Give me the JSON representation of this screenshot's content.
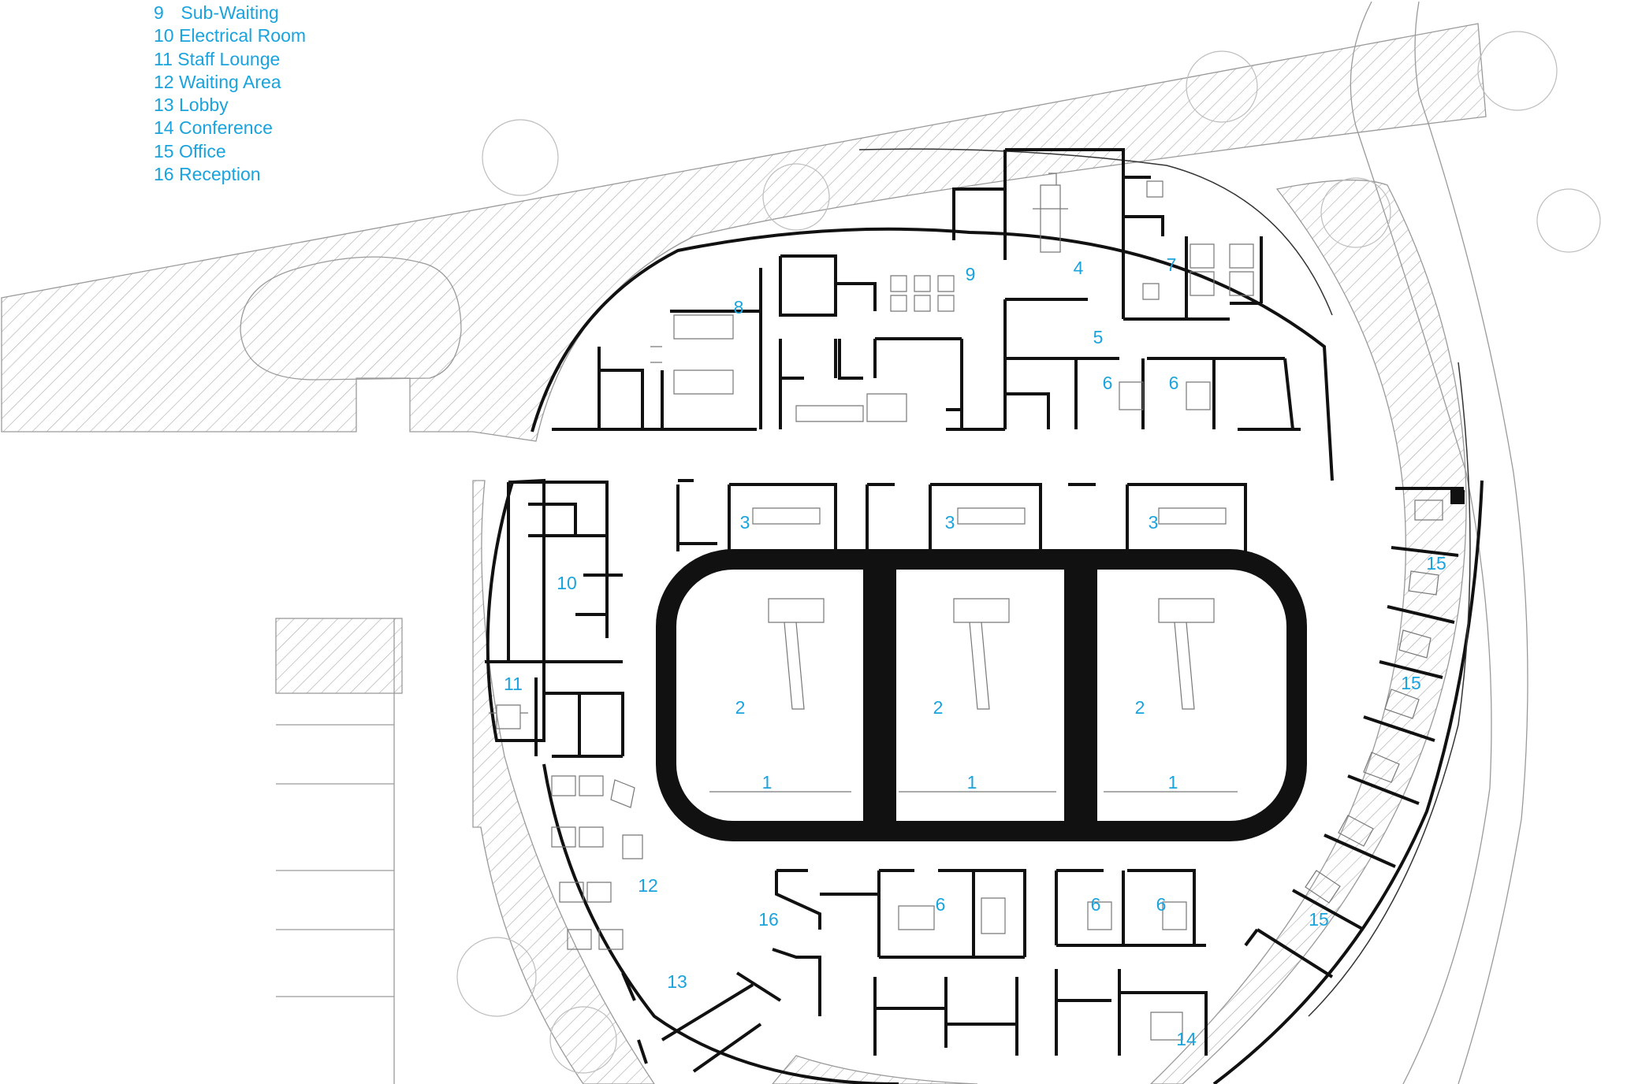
{
  "legend": [
    {
      "num": "9",
      "label": "Sub-Waiting"
    },
    {
      "num": "10",
      "label": "Electrical Room"
    },
    {
      "num": "11",
      "label": "Staff Lounge"
    },
    {
      "num": "12",
      "label": "Waiting Area"
    },
    {
      "num": "13",
      "label": "Lobby"
    },
    {
      "num": "14",
      "label": "Conference"
    },
    {
      "num": "15",
      "label": "Office"
    },
    {
      "num": "16",
      "label": "Reception"
    }
  ],
  "room_labels": {
    "r1a": "1",
    "r1b": "1",
    "r1c": "1",
    "r2a": "2",
    "r2b": "2",
    "r2c": "2",
    "r3a": "3",
    "r3b": "3",
    "r3c": "3",
    "r4": "4",
    "r5": "5",
    "r6a": "6",
    "r6b": "6",
    "r6c": "6",
    "r6d": "6",
    "r6e": "6",
    "r7": "7",
    "r8": "8",
    "r9": "9",
    "r10": "10",
    "r11": "11",
    "r12": "12",
    "r13": "13",
    "r14": "14",
    "r15a": "15",
    "r15b": "15",
    "r15c": "15",
    "r16": "16"
  },
  "colors": {
    "label": "#1aa3dd",
    "wall": "#111111",
    "hatch": "#a8a8a8"
  }
}
